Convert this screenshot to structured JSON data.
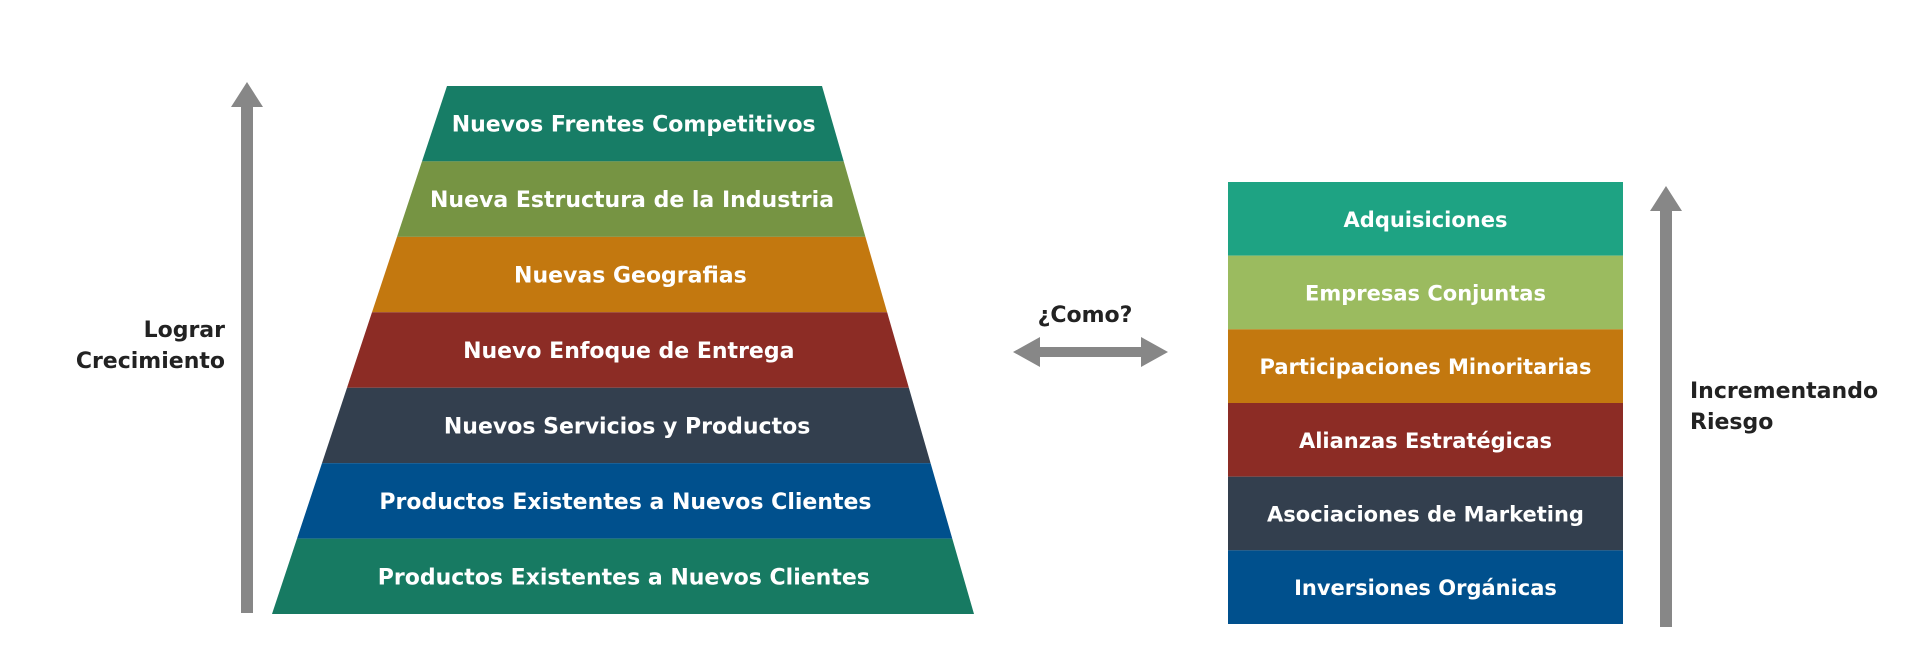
{
  "pyramid": {
    "levels": [
      {
        "label": "Nuevos Frentes Competitivos",
        "color": "#177d66"
      },
      {
        "label": "Nueva Estructura de la Industria",
        "color": "#769443"
      },
      {
        "label": "Nuevas Geografias",
        "color": "#c3780f"
      },
      {
        "label": "Nuevo Enfoque de Entrega",
        "color": "#8c2c25"
      },
      {
        "label": "Nuevos Servicios y Productos",
        "color": "#333f4e"
      },
      {
        "label": "Productos Existentes a Nuevos Clientes",
        "color": "#00508d"
      },
      {
        "label": "Productos Existentes a Nuevos Clientes",
        "color": "#177a62"
      }
    ]
  },
  "left_axis": {
    "label_line1": "Lograr",
    "label_line2": "Crecimiento",
    "arrow_color": "#878787"
  },
  "connector": {
    "label": "¿Como?",
    "arrow_color": "#878787"
  },
  "stack": {
    "items": [
      {
        "label": "Adquisiciones",
        "color": "#1ea383"
      },
      {
        "label": "Empresas Conjuntas",
        "color": "#9bbb5f"
      },
      {
        "label": "Participaciones Minoritarias",
        "color": "#c3780f"
      },
      {
        "label": "Alianzas Estratégicas",
        "color": "#8c2c25"
      },
      {
        "label": "Asociaciones de Marketing",
        "color": "#333f4e"
      },
      {
        "label": "Inversiones Orgánicas",
        "color": "#00508d"
      }
    ]
  },
  "right_axis": {
    "label_line1": "Incrementando",
    "label_line2": "Riesgo",
    "arrow_color": "#878787"
  }
}
